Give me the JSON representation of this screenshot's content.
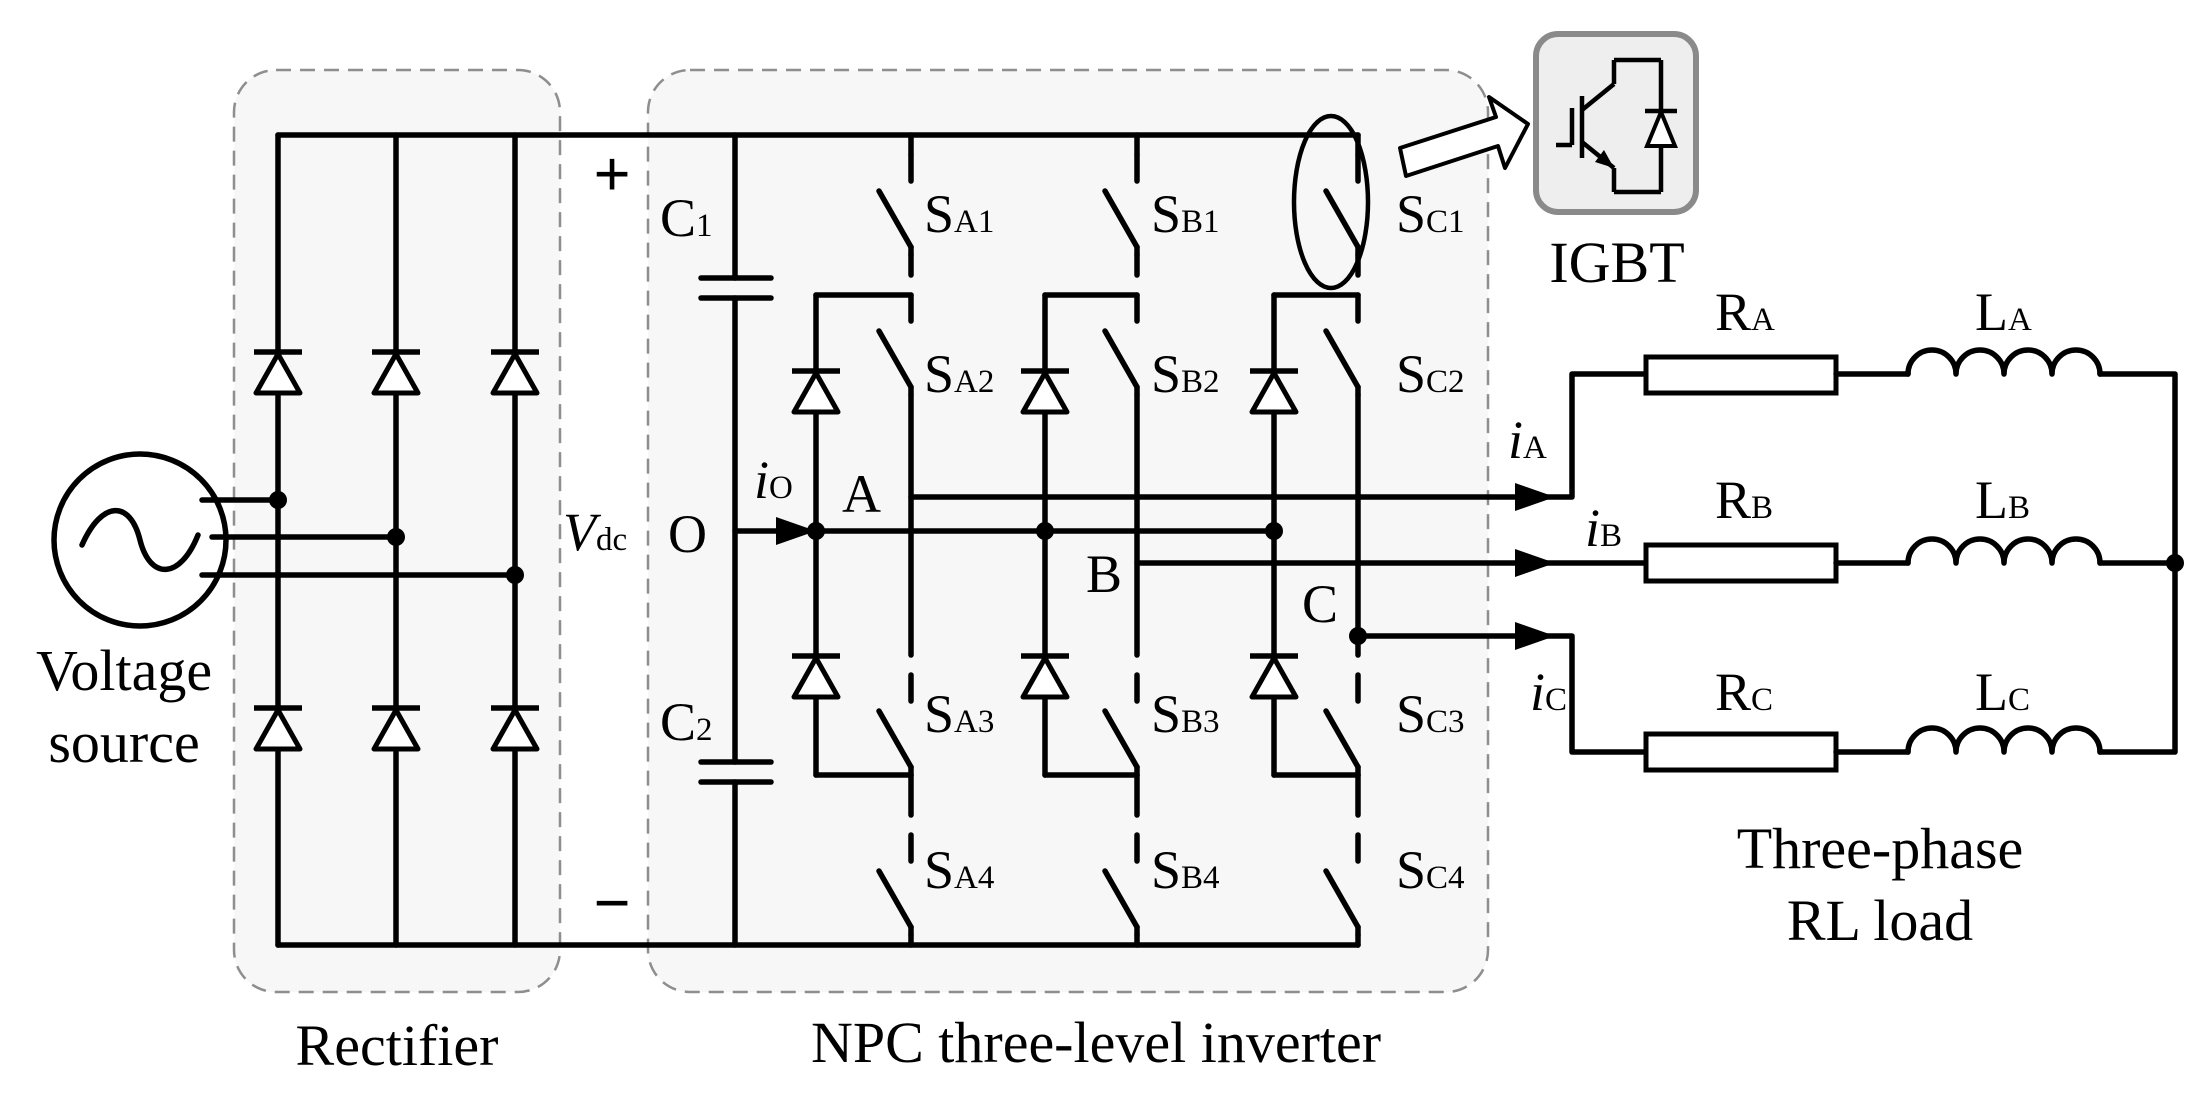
{
  "diagram": {
    "colors": {
      "block_fill": "#f7f7f7",
      "block_border": "#8e8e8e",
      "wire": "#000000"
    },
    "icons": [
      "ac-source-icon",
      "diode-icon",
      "switch-icon",
      "capacitor-icon",
      "resistor-icon",
      "inductor-icon",
      "igbt-icon"
    ],
    "source": {
      "line1": "Voltage",
      "line2": "source"
    },
    "rectifier": {
      "label": "Rectifier"
    },
    "dc_link": {
      "plus": "+",
      "minus": "−",
      "vdc_v": "V",
      "vdc_sub": "dc",
      "c1": "C",
      "c1_sub": "1",
      "c2": "C",
      "c2_sub": "2",
      "o": "O",
      "io": "i",
      "io_sub": "O"
    },
    "inverter": {
      "label": "NPC three-level inverter",
      "nodes": {
        "a": "A",
        "b": "B",
        "c": "C"
      },
      "switches": {
        "sa1": "S",
        "sa1_sub": "A1",
        "sa2": "S",
        "sa2_sub": "A2",
        "sa3": "S",
        "sa3_sub": "A3",
        "sa4": "S",
        "sa4_sub": "A4",
        "sb1": "S",
        "sb1_sub": "B1",
        "sb2": "S",
        "sb2_sub": "B2",
        "sb3": "S",
        "sb3_sub": "B3",
        "sb4": "S",
        "sb4_sub": "B4",
        "sc1": "S",
        "sc1_sub": "C1",
        "sc2": "S",
        "sc2_sub": "C2",
        "sc3": "S",
        "sc3_sub": "C3",
        "sc4": "S",
        "sc4_sub": "C4"
      }
    },
    "igbt": {
      "label": "IGBT"
    },
    "currents": {
      "ia": "i",
      "ia_sub": "A",
      "ib": "i",
      "ib_sub": "B",
      "ic": "i",
      "ic_sub": "C"
    },
    "load": {
      "line1": "Three-phase",
      "line2": "RL load",
      "ra": "R",
      "ra_sub": "A",
      "rb": "R",
      "rb_sub": "B",
      "rc": "R",
      "rc_sub": "C",
      "la": "L",
      "la_sub": "A",
      "lb": "L",
      "lb_sub": "B",
      "lc": "L",
      "lc_sub": "C"
    }
  }
}
